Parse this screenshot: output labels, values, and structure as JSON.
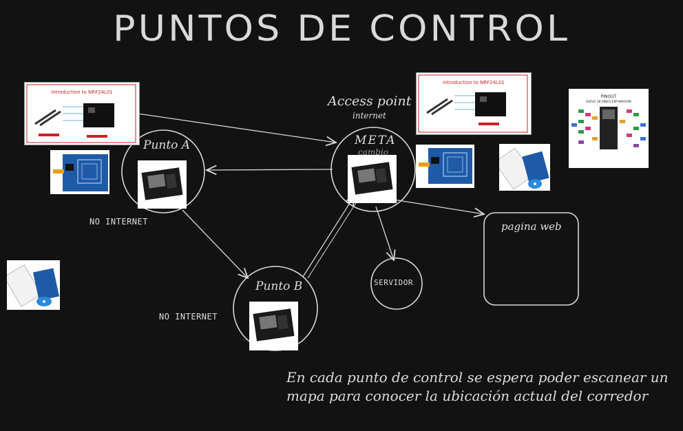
{
  "title": "PUNTOS DE CONTROL",
  "nodes": {
    "punto_a": "Punto A",
    "punto_b": "Punto B",
    "meta": "META",
    "meta_sub": "cambio",
    "servidor": "SERVIDOR",
    "pagina_web": "pagina web"
  },
  "labels": {
    "no_internet_a": "NO INTERNET",
    "no_internet_b": "NO INTERNET",
    "access_point": "Access point",
    "internet": "internet"
  },
  "note": "En cada punto de control se espera poder escanear un mapa para conocer la ubicación actual del corredor",
  "thumbs": {
    "nrf_title_1": "Introduction to NRF24L01",
    "nrf_title_2": "Introduction to NRF24L01",
    "pinout_title": "PINOUT",
    "pinout_sub": "ESP32 38 PINES ESP-WROOM"
  },
  "colors": {
    "background": "#121212",
    "stroke": "#d8d8d8",
    "rfid_blue": "#1f5aa6"
  }
}
